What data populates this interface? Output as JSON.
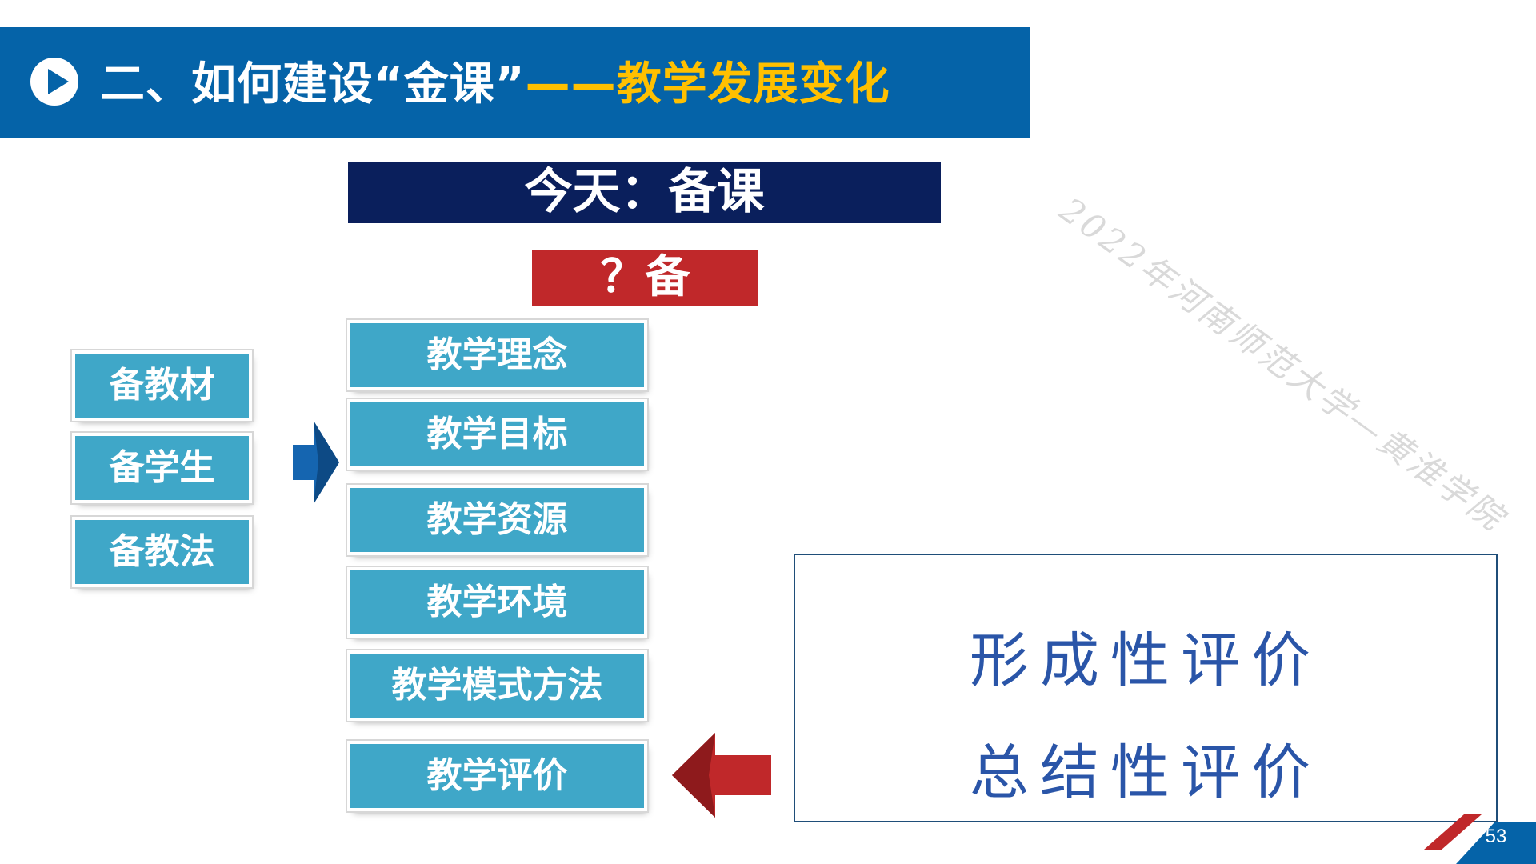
{
  "header": {
    "title_main": "二、如何建设“金课”",
    "title_sub": "——教学发展变化",
    "colors": {
      "banner": "#0563a8",
      "highlight": "#ffc000"
    }
  },
  "watermark": "2022年河南师范大学—黄淮学院",
  "today_banner": "今天：备课",
  "question_badge": "？备",
  "left_items": [
    "备教材",
    "备学生",
    "备教法"
  ],
  "mid_items": [
    "教学理念",
    "教学目标",
    "教学资源",
    "教学环境",
    "教学模式方法",
    "教学评价"
  ],
  "evaluation": {
    "line1": "形成性评价",
    "line2": "总结性评价"
  },
  "page_number": "53",
  "icons": {
    "play": "play-circle-icon",
    "blue_arrow": "arrow-right-icon",
    "red_arrow": "arrow-left-icon"
  }
}
